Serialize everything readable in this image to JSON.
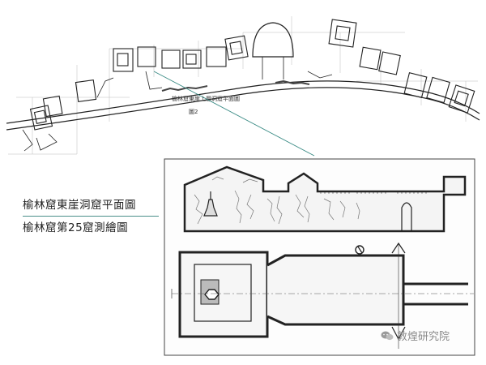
{
  "upper_plan": {
    "caption_title": "榆林窟東崖上層洞窟平面圖",
    "caption_sub": "圖2"
  },
  "labels": {
    "line1": "榆林窟東崖洞窟平面圖",
    "line2": "榆林窟第25窟測繪圖"
  },
  "watermark": {
    "text": "敦煌研究院",
    "icon": "wechat-icon"
  },
  "colors": {
    "connector": "#3a8b85",
    "ink": "#222222"
  }
}
